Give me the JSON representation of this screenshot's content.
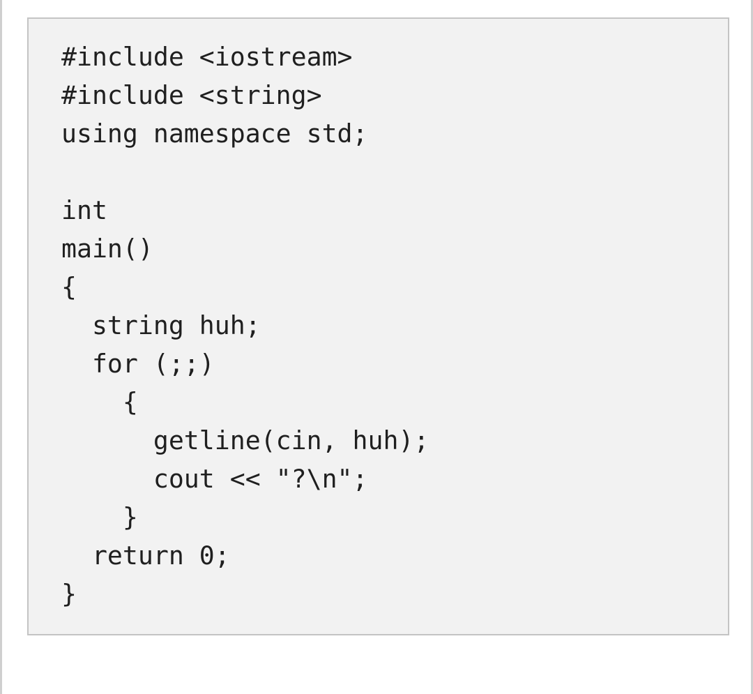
{
  "code": {
    "lines": [
      "#include <iostream>",
      "#include <string>",
      "using namespace std;",
      "",
      "int",
      "main()",
      "{",
      "  string huh;",
      "  for (;;)",
      "    {",
      "      getline(cin, huh);",
      "      cout << \"?\\n\";",
      "    }",
      "  return 0;",
      "}"
    ]
  }
}
